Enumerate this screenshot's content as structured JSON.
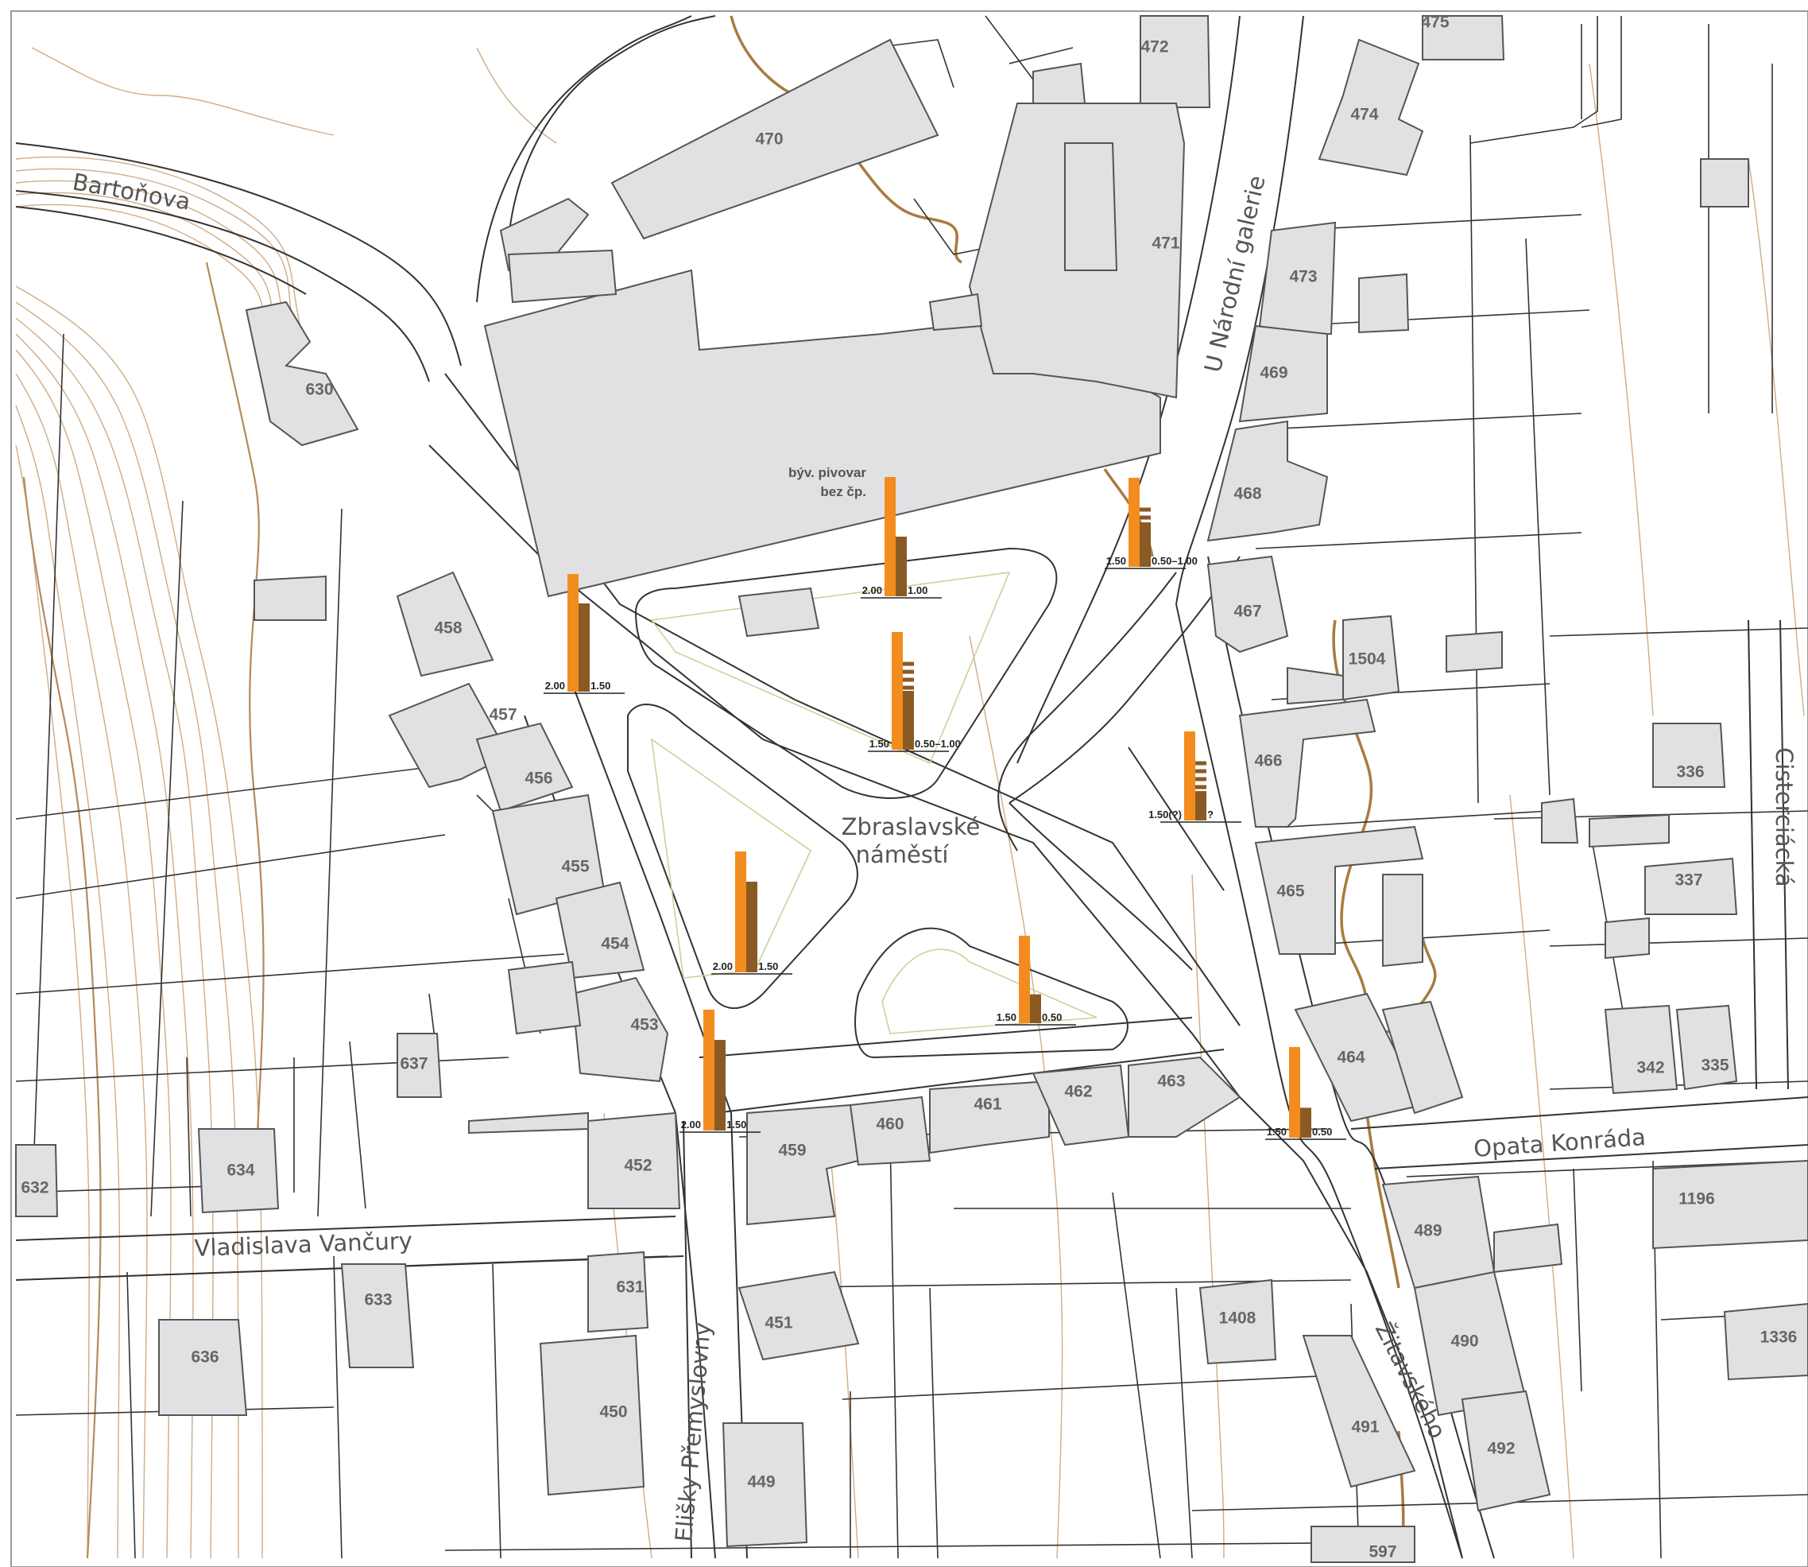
{
  "colors": {
    "building": "#e1e1e3",
    "bar_light": "#f28c1e",
    "bar_dark": "#8a5a25",
    "contour": "#c9a37a",
    "creek": "#a97b40"
  },
  "streets": {
    "bartonova": "Bartoňova",
    "u_narodni_galerie": "U Národní galerie",
    "cisterciacka": "Cisterciácká",
    "opata_konrada": "Opata Konráda",
    "vladislava_vancury": "Vladislava Vančury",
    "elisky_premyslovny": "Elišky Přemyslovny",
    "zitavskeho": "Žitavského"
  },
  "square": {
    "line1": "Zbraslavské",
    "line2": "náměstí"
  },
  "brewery": {
    "line1": "býv. pivovar",
    "line2": "bez čp."
  },
  "building_numbers": {
    "b475": "475",
    "b472": "472",
    "b474": "474",
    "b470": "470",
    "b471": "471",
    "b473": "473",
    "b469": "469",
    "b468": "468",
    "b467": "467",
    "b1504": "1504",
    "b466": "466",
    "b465": "465",
    "b464": "464",
    "b336": "336",
    "b337": "337",
    "b342": "342",
    "b335": "335",
    "b630": "630",
    "b458": "458",
    "b457": "457",
    "b456": "456",
    "b455": "455",
    "b454": "454",
    "b453": "453",
    "b637": "637",
    "b634": "634",
    "b632": "632",
    "b452": "452",
    "b459": "459",
    "b460": "460",
    "b461": "461",
    "b462": "462",
    "b463": "463",
    "b633": "633",
    "b631": "631",
    "b636": "636",
    "b451": "451",
    "b450": "450",
    "b449": "449",
    "b1408": "1408",
    "b491": "491",
    "b597": "597",
    "b489": "489",
    "b490": "490",
    "b492": "492",
    "b1196": "1196",
    "b1336": "1336"
  },
  "markers": [
    {
      "id": "m1",
      "left": "2.00",
      "right": "1.50",
      "tall": 1.0,
      "short": 0.75,
      "striped": false
    },
    {
      "id": "m2",
      "left": "2.00",
      "right": "1.00",
      "tall": 1.0,
      "short": 0.5,
      "striped": false
    },
    {
      "id": "m3",
      "left": "1.50",
      "right": "0.50–1.00",
      "tall": 1.0,
      "short": 0.5,
      "striped": true
    },
    {
      "id": "m4",
      "left": "1.50",
      "right": "0.50–1.00",
      "tall": 1.0,
      "short": 0.5,
      "striped": true
    },
    {
      "id": "m5",
      "left": "1.50(?)",
      "right": "?",
      "tall": 1.0,
      "short": 0.33,
      "striped": true
    },
    {
      "id": "m6",
      "left": "2.00",
      "right": "1.50",
      "tall": 1.0,
      "short": 0.75,
      "striped": false
    },
    {
      "id": "m7",
      "left": "1.50",
      "right": "0.50",
      "tall": 1.0,
      "short": 0.33,
      "striped": false
    },
    {
      "id": "m8",
      "left": "2.00",
      "right": "1.50",
      "tall": 1.0,
      "short": 0.75,
      "striped": false
    },
    {
      "id": "m9",
      "left": "1.50",
      "right": "0.50",
      "tall": 1.0,
      "short": 0.33,
      "striped": false
    }
  ]
}
